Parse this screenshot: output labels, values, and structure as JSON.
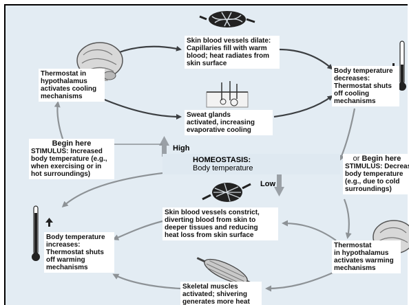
{
  "top_box": [
    "Skin blood vessels dilate:",
    "Capillaries fill with warm",
    "blood; heat radiates from",
    "skin surface"
  ],
  "thermostat_cool": [
    "Thermostat in",
    "hypothalamus",
    "activates cooling",
    "mechanisms"
  ],
  "temp_decreases": [
    "Body temperature",
    "decreases:",
    "Thermostat shuts",
    "off cooling",
    "mechanisms"
  ],
  "sweat": [
    "Sweat glands",
    "activated, increasing",
    "evaporative cooling"
  ],
  "begin_left": {
    "header": "Begin here",
    "lines": [
      "STIMULUS: Increased",
      "body temperature (e.g.,",
      "when exercising or in",
      "hot surroundings)"
    ]
  },
  "begin_right": {
    "header_prefix": "or ",
    "header": "Begin here",
    "lines": [
      "STIMULUS: Decreased",
      "body temperature",
      "(e.g., due to cold",
      "surroundings)"
    ]
  },
  "homeostasis": {
    "title": "HOMEOSTASIS:",
    "subtitle": "Body temperature"
  },
  "levels": {
    "high": "High",
    "low": "Low"
  },
  "constrict": [
    "Skin blood vessels constrict,",
    "diverting blood from skin to",
    "deeper tissues and reducing",
    "heat loss from skin surface"
  ],
  "temp_increases": [
    "Body temperature",
    "increases:",
    "Thermostat shuts",
    "off warming",
    "mechanisms"
  ],
  "thermostat_warm": [
    "Thermostat",
    "in hypothalamus",
    "activates warming",
    "mechanisms"
  ],
  "shiver": [
    "Skeletal muscles",
    "activated; shivering",
    "generates more heat"
  ],
  "colors": {
    "panel": "#e3ecf3",
    "arrow": "#9a9fa3",
    "up_arrow": "#9aa0a6",
    "box": "#ffffff"
  }
}
